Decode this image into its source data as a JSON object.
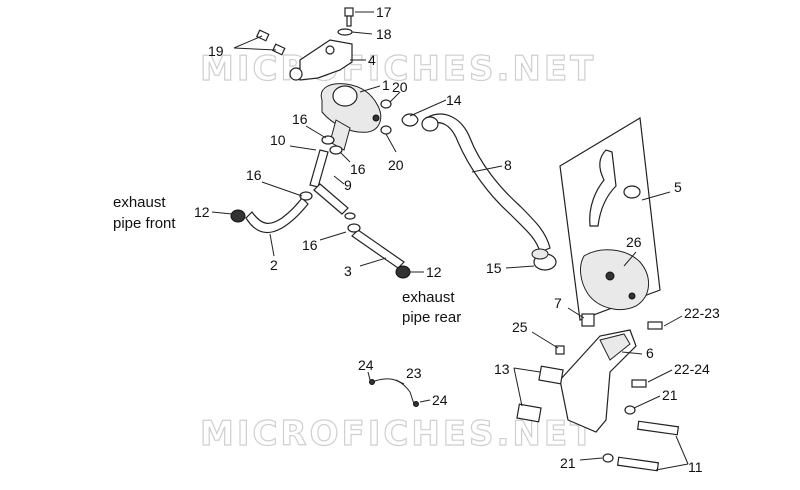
{
  "watermark": "MICROFICHES.NET",
  "notes": {
    "front_line1": "exhaust",
    "front_line2": "pipe front",
    "rear_line1": "exhaust",
    "rear_line2": "pipe rear"
  },
  "callouts": {
    "c17": "17",
    "c18": "18",
    "c19": "19",
    "c4": "4",
    "c1": "1",
    "c20a": "20",
    "c14": "14",
    "c16a": "16",
    "c10": "10",
    "c16b": "16",
    "c20b": "20",
    "c9": "9",
    "c8": "8",
    "c16c": "16",
    "c5": "5",
    "c12a": "12",
    "c2": "2",
    "c16d": "16",
    "c26": "26",
    "c3": "3",
    "c12b": "12",
    "c15": "15",
    "c7": "7",
    "c22_23": "22-23",
    "c25": "25",
    "c6": "6",
    "c13": "13",
    "c22_24": "22-24",
    "c24a": "24",
    "c23": "23",
    "c24b": "24",
    "c21a": "21",
    "c21b": "21",
    "c11": "11"
  }
}
